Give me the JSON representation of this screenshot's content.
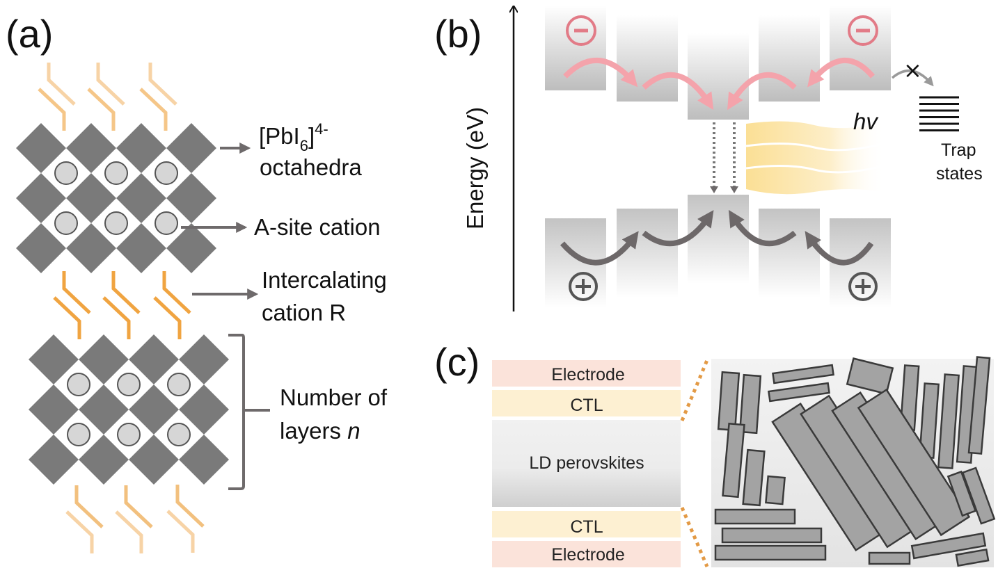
{
  "panels": {
    "a": {
      "label": "(a)",
      "annotations": {
        "octahedra_main": "[PbI",
        "octahedra_sub": "6",
        "octahedra_close": "]",
        "octahedra_sup": "4-",
        "octahedra_line2": "octahedra",
        "a_site": "A-site cation",
        "intercalating_line1": "Intercalating",
        "intercalating_line2": "cation R",
        "layers_line1": "Number of",
        "layers_line2": "layers ",
        "layers_var": "n"
      },
      "colors": {
        "octahedron": "#7a7a7a",
        "cation_fill": "#d6d6d6",
        "cation_stroke": "#555555",
        "organic": "#f0a441",
        "organic_faded": "#f7d3a6",
        "arrow": "#6e6a6b"
      }
    },
    "b": {
      "label": "(b)",
      "axis_label": "Energy (eV)",
      "photon_label": "hv",
      "trap_label_line1": "Trap",
      "trap_label_line2": "states",
      "electron_symbol": "−",
      "hole_symbol": "+",
      "blocked_symbol": "×",
      "colors": {
        "electron_arrow": "#f4a3ab",
        "electron_symbol": "#e27b87",
        "hole_arrow": "#6d6869",
        "hole_symbol": "#555555",
        "photon": "#fbe0a0",
        "trap_lines": "#111111"
      }
    },
    "c": {
      "label": "(c)",
      "layers": [
        {
          "label": "Electrode",
          "color": "#fbe3da"
        },
        {
          "label": "CTL",
          "color": "#fdf0d2"
        },
        {
          "label": "LD perovskites",
          "color": "#eeeeee"
        },
        {
          "label": "CTL",
          "color": "#fdf0d2"
        },
        {
          "label": "Electrode",
          "color": "#fbe3da"
        }
      ],
      "colors": {
        "crystal_fill": "#a3a3a3",
        "crystal_stroke": "#3a3a3a",
        "zoom_dots": "#e39a45"
      }
    }
  }
}
